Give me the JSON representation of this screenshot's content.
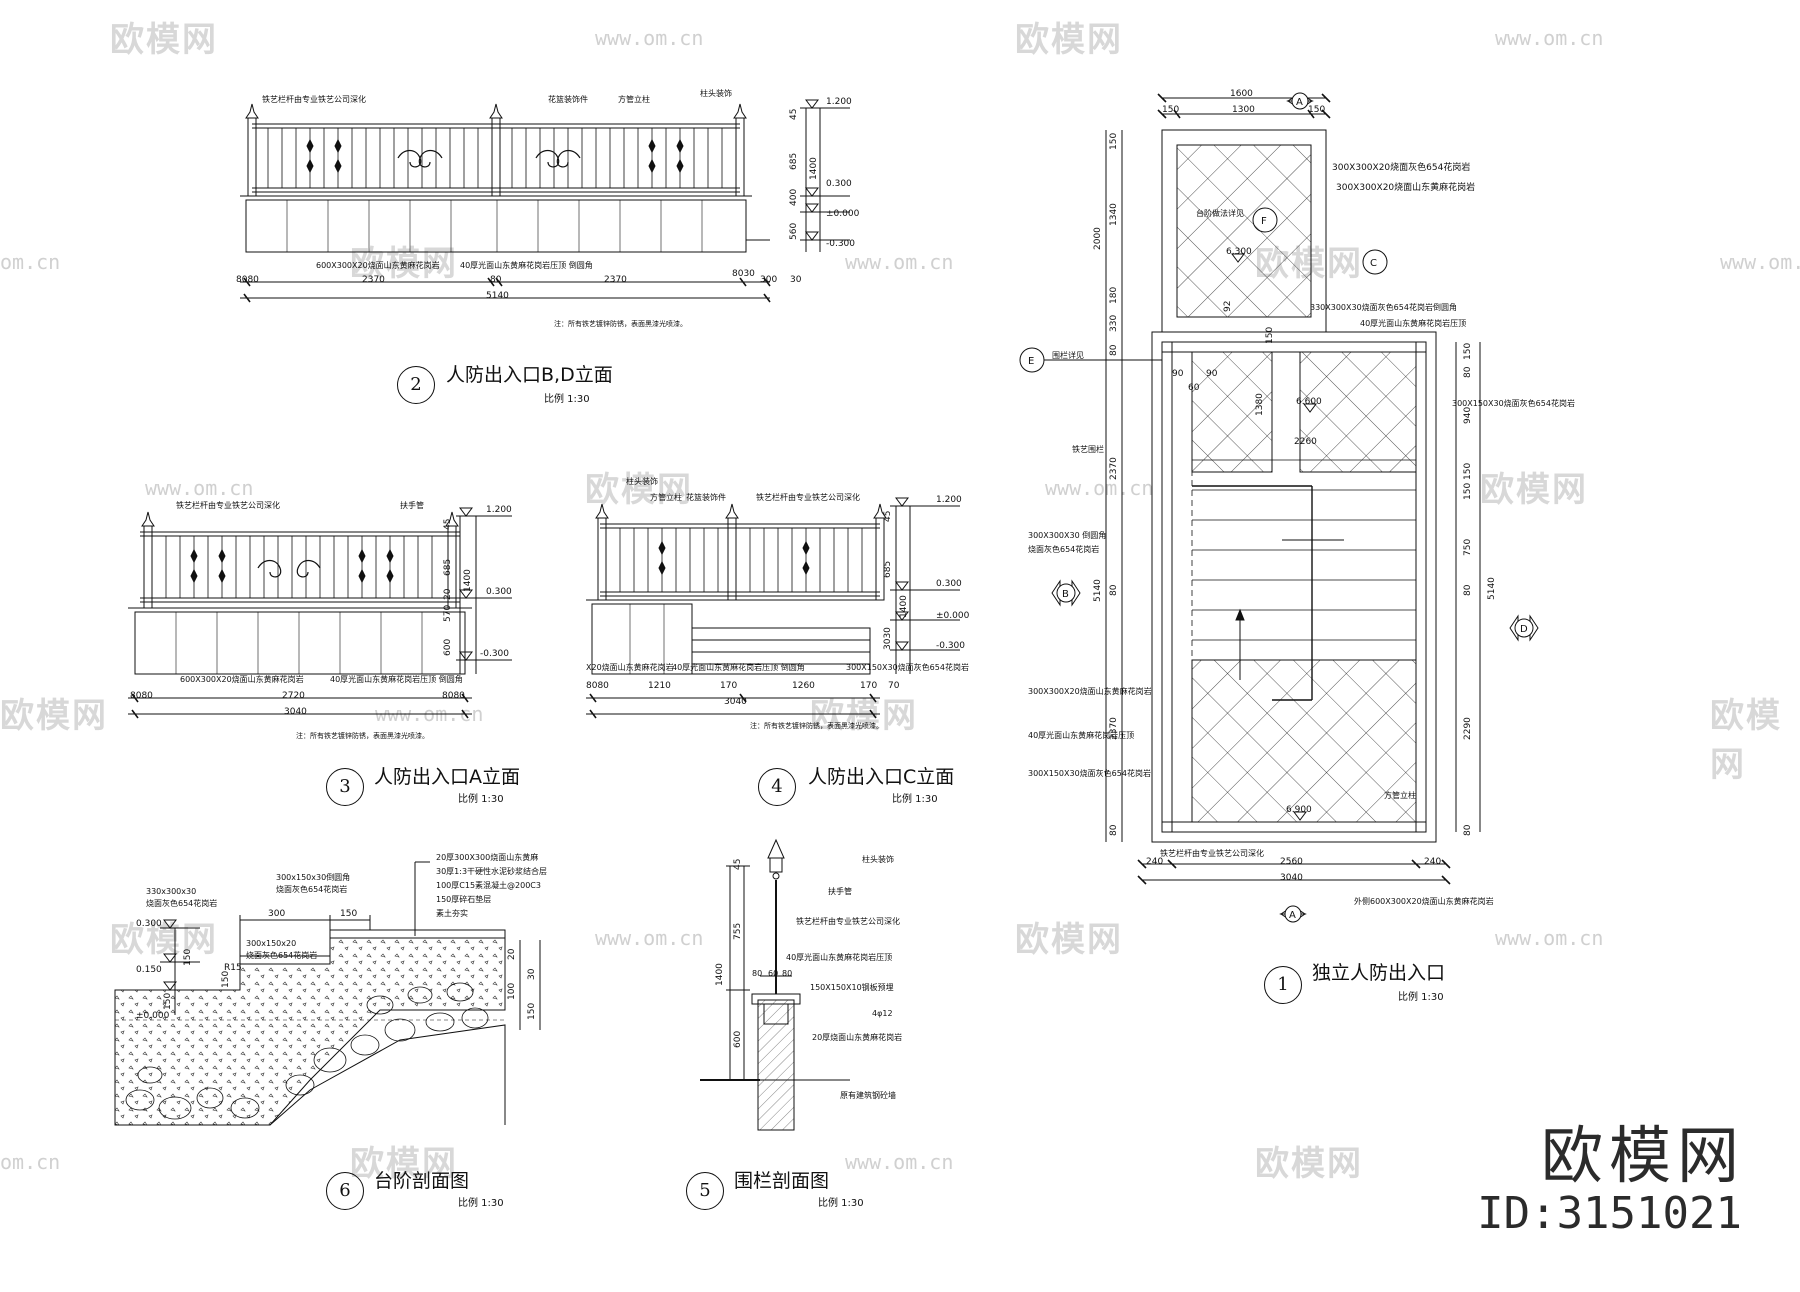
{
  "watermark": {
    "brand": "欧模网",
    "url": "www.om.cn",
    "url_short": "om.cn"
  },
  "brand": {
    "name": "欧模网",
    "id": "ID:3151021"
  },
  "drawings": {
    "d1": {
      "num": "1",
      "title": "独立人防出入口",
      "scale": "比例 1:30"
    },
    "d2": {
      "num": "2",
      "title": "人防出入口B,D立面",
      "scale": "比例 1:30"
    },
    "d3": {
      "num": "3",
      "title": "人防出入口A立面",
      "scale": "比例 1:30"
    },
    "d4": {
      "num": "4",
      "title": "人防出入口C立面",
      "scale": "比例 1:30"
    },
    "d5": {
      "num": "5",
      "title": "围栏剖面图",
      "scale": "比例 1:30"
    },
    "d6": {
      "num": "6",
      "title": "台阶剖面图",
      "scale": "比例 1:30"
    }
  },
  "notes": {
    "galv": "注：所有铁艺镀锌防锈，表面黑漆光喷漆。"
  },
  "labels": {
    "iron_rail": "铁艺栏杆由专业铁艺公司深化",
    "flower": "花篮装饰件",
    "post": "方管立柱",
    "cap": "柱头装饰",
    "handrail": "扶手管",
    "stone_600": "600X300X20烧面山东黄麻花岗岩",
    "stone_40": "40厚光面山东黄麻花岗岩压顶 倒圆角",
    "stone_300x150": "300X150X30烧面灰色654花岗岩",
    "stone_x20": "X20烧面山东黄麻花岗岩",
    "s1_a": "300X300X20烧面灰色654花岗岩",
    "s1_b": "300X300X20烧面山东黄麻花岗岩",
    "s1_c": "330X300X30烧面灰色654花岗岩倒圆角",
    "s1_d": "40厚光面山东黄麻花岗岩压顶",
    "s1_e": "300X150X30烧面灰色654花岗岩",
    "s1_f": "300X300X30 倒圆角",
    "s1_g": "烧面灰色654花岗岩",
    "s1_h": "300X300X20烧面山东黄麻花岗岩",
    "s1_i": "40厚光面山东黄麻花岗岩压顶",
    "s1_j": "300X150X30烧面灰色654花岗岩",
    "s1_k": "外侧600X300X20烧面山东黄麻花岗岩",
    "s1_l": "铁艺栏杆由专业铁艺公司深化",
    "s1_m": "方管立柱",
    "s1_n": "铁艺围栏",
    "s1_o": "围栏详见",
    "s1_p": "台阶做法详见",
    "s6_a": "20厚300X300烧面山东黄麻",
    "s6_b": "30厚1:3干硬性水泥砂浆结合层",
    "s6_c": "100厚C15素混凝土@200C3",
    "s6_d": "150厚碎石垫层",
    "s6_e": "素土夯实",
    "s6_f": "330x300x30",
    "s6_g": "烧面灰色654花岗岩",
    "s6_h": "300x150x30倒圆角",
    "s6_i": "烧面灰色654花岗岩",
    "s6_j": "300x150x20",
    "s6_k": "烧面灰色654花岗岩",
    "s5_a": "柱头装饰",
    "s5_b": "扶手管",
    "s5_c": "铁艺栏杆由专业铁艺公司深化",
    "s5_d": "40厚光面山东黄麻花岗岩压顶",
    "s5_e": "150X150X10钢板预埋",
    "s5_f": "4φ12",
    "s5_g": "20厚烧面山东黄麻花岗岩",
    "s5_h": "原有建筑钢砼墙"
  },
  "dims": {
    "d2": [
      "8080",
      "2370",
      "80",
      "2370",
      "8030",
      "300",
      "30",
      "5140"
    ],
    "d2_levels": [
      "1.200",
      "0.300",
      "±0.000",
      "-0.300"
    ],
    "d2_vert": [
      "45",
      "685",
      "400",
      "560",
      "1400"
    ],
    "d3": [
      "8080",
      "2720",
      "8080",
      "3040"
    ],
    "d3_levels": [
      "1.200",
      "0.300",
      "-0.300"
    ],
    "d3_vert": [
      "45",
      "685",
      "20",
      "570",
      "600",
      "1400"
    ],
    "d4": [
      "8080",
      "1210",
      "170",
      "1260",
      "170",
      "70",
      "3040"
    ],
    "d4_levels": [
      "1.200",
      "0.300",
      "±0.000",
      "-0.300"
    ],
    "d4_vert": [
      "45",
      "685",
      "1400",
      "3030"
    ],
    "d1_top": [
      "1600",
      "150",
      "1300",
      "150"
    ],
    "d1_left": [
      "150",
      "1340",
      "2000",
      "180",
      "330",
      "80",
      "2370",
      "80",
      "2370",
      "80",
      "5140"
    ],
    "d1_right": [
      "150",
      "80",
      "940",
      "150",
      "150",
      "750",
      "80",
      "2290",
      "80",
      "5140"
    ],
    "d1_bottom": [
      "240",
      "2560",
      "240",
      "3040"
    ],
    "d1_levels": [
      "6.300",
      "6.600",
      "6.900"
    ],
    "d1_inner": [
      "90",
      "60",
      "90",
      "1380",
      "2260",
      "92",
      "150"
    ],
    "d6": [
      "300",
      "150",
      "0.300",
      "0.150",
      "±0.000",
      "150",
      "150",
      "150",
      "R15",
      "20",
      "30",
      "100",
      "150"
    ],
    "d5": [
      "45",
      "755",
      "1400",
      "600",
      "80",
      "60",
      "80"
    ]
  },
  "section_marks": [
    "A",
    "B",
    "C",
    "D",
    "E",
    "F"
  ]
}
